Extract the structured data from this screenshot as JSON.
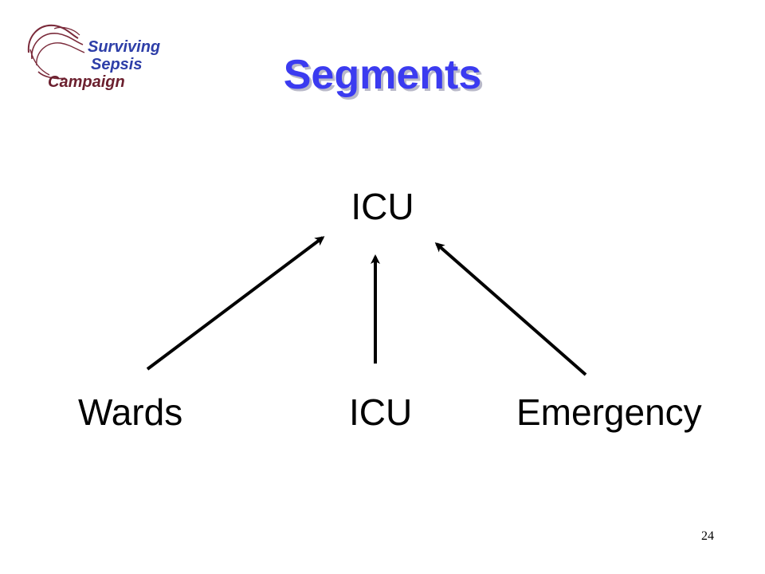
{
  "logo": {
    "line1": "Surviving",
    "line2": "Sepsis",
    "line3": "Campaign",
    "colors": {
      "primary": "#2d3ea8",
      "secondary": "#6b1f2e",
      "mark": "#7a2a3a"
    }
  },
  "title": "Segments",
  "title_color": "#3b3bf0",
  "diagram": {
    "target": "ICU",
    "sources": [
      "Wards",
      "ICU",
      "Emergency"
    ],
    "edges": [
      {
        "from": "Wards",
        "to": "ICU"
      },
      {
        "from": "ICU",
        "to": "ICU"
      },
      {
        "from": "Emergency",
        "to": "ICU"
      }
    ]
  },
  "page_number": "24"
}
